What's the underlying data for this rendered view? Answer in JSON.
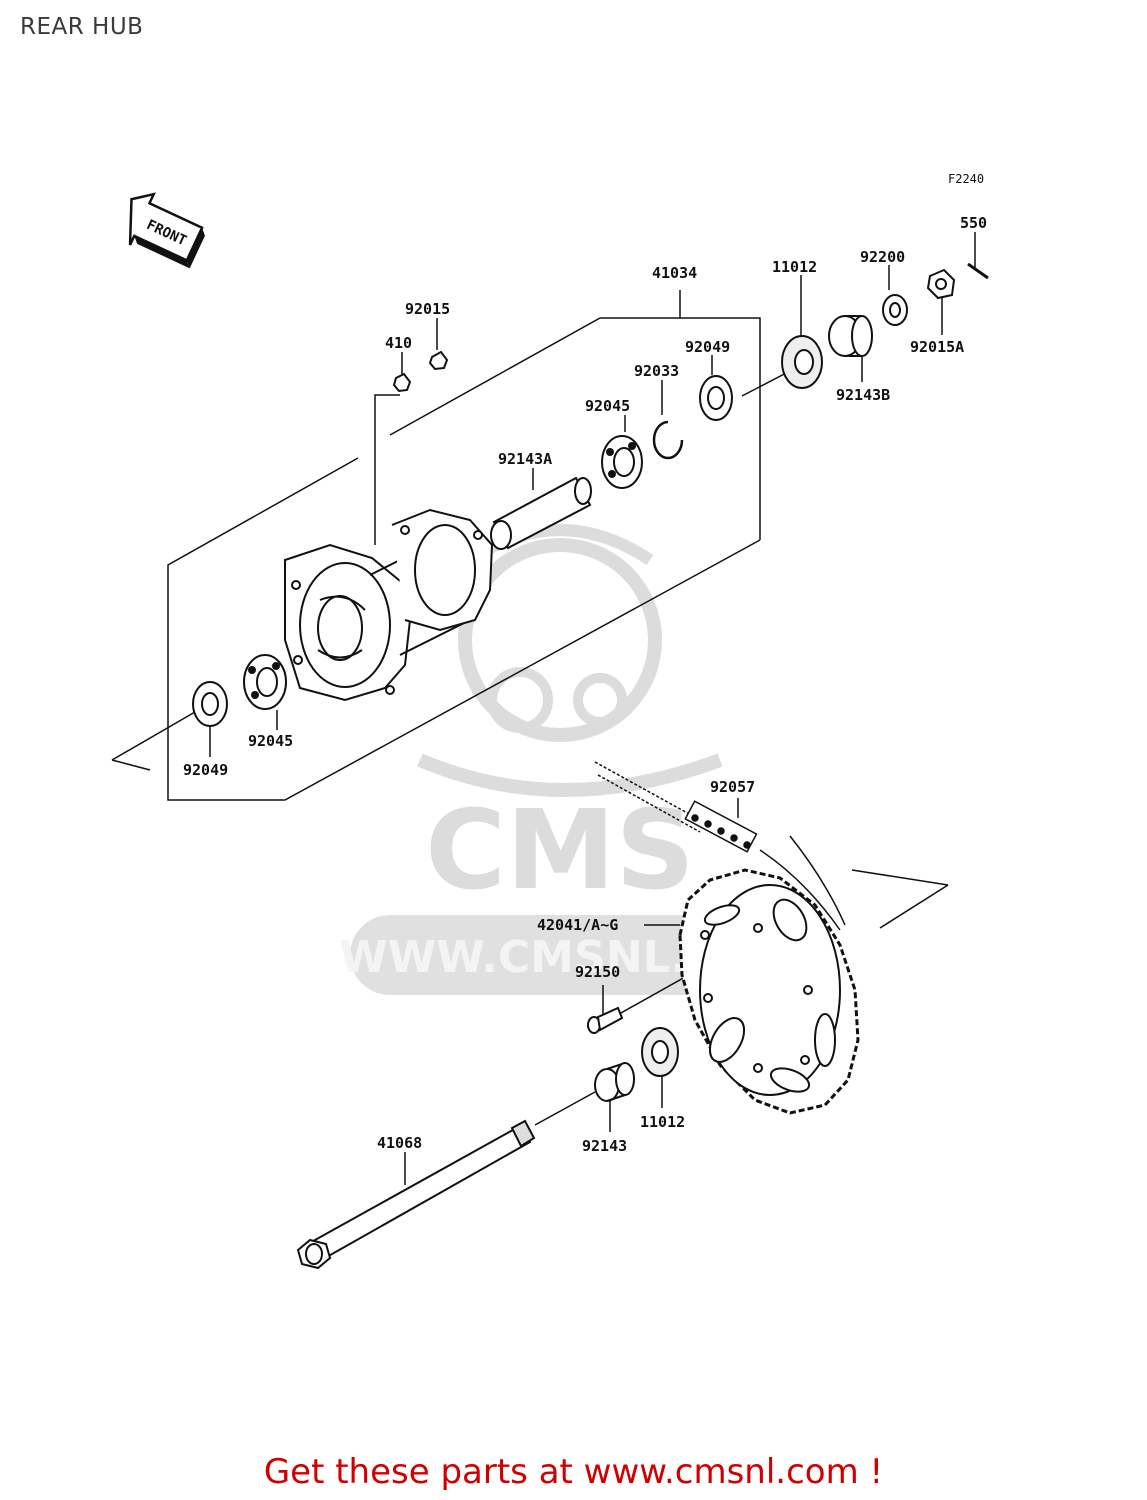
{
  "page_title": "REAR HUB",
  "figure_code": "F2240",
  "front_marker": "FRONT",
  "watermark": {
    "logo": "CMS",
    "url": "WWW.CMSNL.COM"
  },
  "footer_cta": "Get these parts at www.cmsnl.com !",
  "parts": {
    "p550": "550",
    "p92200": "92200",
    "p92015A": "92015A",
    "p92143B": "92143B",
    "p41034": "41034",
    "p11012_top": "11012",
    "p92015": "92015",
    "p410": "410",
    "p92049_top": "92049",
    "p92033": "92033",
    "p92045_top": "92045",
    "p92143A": "92143A",
    "p92045_bottom": "92045",
    "p92049_bottom": "92049",
    "p92057": "92057",
    "p42041": "42041/A~G",
    "p92150": "92150",
    "p11012_bottom": "11012",
    "p92143": "92143",
    "p41068": "41068"
  },
  "colors": {
    "line": "#111111",
    "watermark": "#d8d8d8",
    "cta": "#d00000"
  }
}
